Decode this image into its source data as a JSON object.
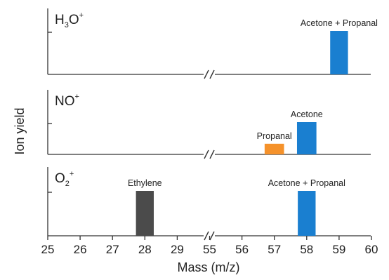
{
  "chart_data": {
    "type": "bar",
    "xlabel": "Mass (m/z)",
    "ylabel": "Ion yield",
    "x_ticks": [
      25,
      26,
      27,
      28,
      29,
      55,
      56,
      57,
      58,
      59,
      60
    ],
    "x_segments": [
      [
        25,
        29.5
      ],
      [
        54.5,
        60
      ]
    ],
    "axis_break_between": [
      29.5,
      54.5
    ],
    "colors": {
      "acetone": "#1a7fd0",
      "propanal": "#f5922b",
      "ethylene": "#4b4b4b"
    },
    "panels": [
      {
        "ion": {
          "base": "H",
          "sub": "3",
          "rest": "O",
          "sup": "+"
        },
        "ylim": [
          0,
          1
        ],
        "bars": [
          {
            "x": 59,
            "value": 1.0,
            "width": 0.55,
            "color": "#1a7fd0",
            "label": "Acetone + Propanal"
          }
        ]
      },
      {
        "ion": {
          "base": "NO",
          "sub": "",
          "rest": "",
          "sup": "+"
        },
        "ylim": [
          0,
          1
        ],
        "bars": [
          {
            "x": 57,
            "value": 0.33,
            "width": 0.6,
            "color": "#f5922b",
            "label": "Propanal"
          },
          {
            "x": 58,
            "value": 1.0,
            "width": 0.6,
            "color": "#1a7fd0",
            "label": "Acetone"
          }
        ]
      },
      {
        "ion": {
          "base": "O",
          "sub": "2",
          "rest": "",
          "sup": "+"
        },
        "ylim": [
          0,
          1
        ],
        "bars": [
          {
            "x": 28,
            "value": 1.0,
            "width": 0.55,
            "color": "#4b4b4b",
            "label": "Ethylene"
          },
          {
            "x": 58,
            "value": 1.0,
            "width": 0.55,
            "color": "#1a7fd0",
            "label": "Acetone + Propanal"
          }
        ]
      }
    ]
  }
}
